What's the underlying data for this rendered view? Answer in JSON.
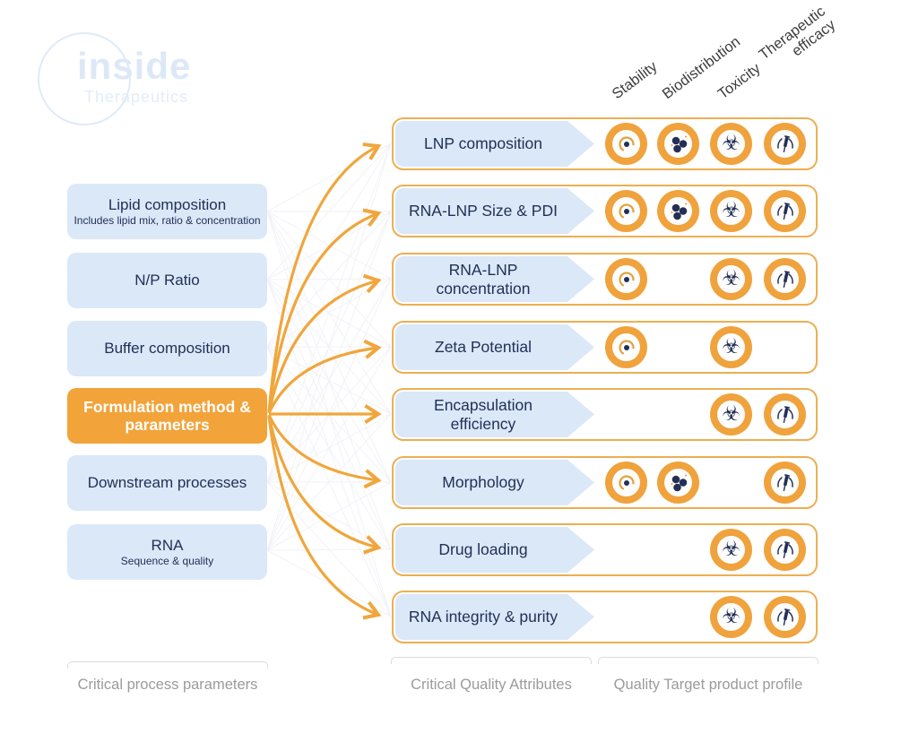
{
  "logo": {
    "name": "inside",
    "sub": "Therapeutics"
  },
  "columns": [
    {
      "id": "stability",
      "label": "Stability"
    },
    {
      "id": "biodistribution",
      "label": "Biodistribution"
    },
    {
      "id": "toxicity",
      "label": "Toxicity"
    },
    {
      "id": "efficacy",
      "label": "Therapeutic efficacy"
    }
  ],
  "cpp_items": [
    {
      "label": "Lipid composition",
      "sublabel": "Includes lipid mix, ratio & concentration",
      "highlighted": false
    },
    {
      "label": "N/P Ratio",
      "sublabel": "",
      "highlighted": false
    },
    {
      "label": "Buffer composition",
      "sublabel": "",
      "highlighted": false
    },
    {
      "label": "Formulation method & parameters",
      "sublabel": "",
      "highlighted": true
    },
    {
      "label": "Downstream processes",
      "sublabel": "",
      "highlighted": false
    },
    {
      "label": "RNA",
      "sublabel": "Sequence & quality",
      "highlighted": false
    }
  ],
  "cqa_rows": [
    {
      "label": "LNP composition",
      "qtpp": [
        "stability",
        "biodistribution",
        "toxicity",
        "efficacy"
      ]
    },
    {
      "label": "RNA-LNP Size & PDI",
      "qtpp": [
        "stability",
        "biodistribution",
        "toxicity",
        "efficacy"
      ]
    },
    {
      "label": "RNA-LNP concentration",
      "qtpp": [
        "stability",
        "toxicity",
        "efficacy"
      ]
    },
    {
      "label": "Zeta Potential",
      "qtpp": [
        "stability",
        "toxicity"
      ]
    },
    {
      "label": "Encapsulation efficiency",
      "qtpp": [
        "toxicity",
        "efficacy"
      ]
    },
    {
      "label": "Morphology",
      "qtpp": [
        "stability",
        "biodistribution",
        "efficacy"
      ]
    },
    {
      "label": "Drug loading",
      "qtpp": [
        "toxicity",
        "efficacy"
      ]
    },
    {
      "label": "RNA integrity & purity",
      "qtpp": [
        "toxicity",
        "efficacy"
      ]
    }
  ],
  "footer": {
    "cpp_label": "Critical process parameters",
    "cqa_label": "Critical Quality Attributes",
    "qtpp_label": "Quality Target product profile"
  },
  "colors": {
    "accent_orange": "#F0A63C",
    "row_border": "#ECAF53",
    "icon_ring": "#F0A23C",
    "light_blue": "#DBE8F8",
    "navy": "#223057",
    "footer_gray": "#9B9B9B",
    "logo_blue": "#DDE8F7"
  }
}
